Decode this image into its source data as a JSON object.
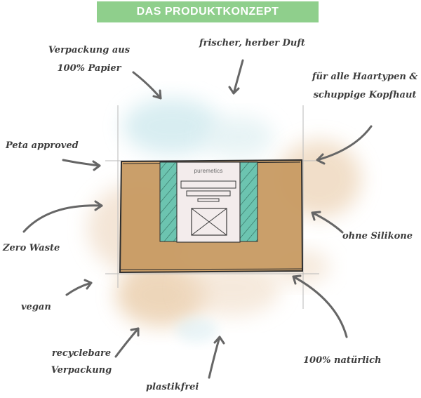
{
  "banner": {
    "title": "DAS PRODUKTKONZEPT"
  },
  "product": {
    "brand": "puremetics"
  },
  "labels": {
    "verpackung_papier": [
      "Verpackung aus",
      "100% Papier"
    ],
    "duft": "frischer, herber Duft",
    "haartypen": [
      "für alle Haartypen &",
      "schuppige Kopfhaut"
    ],
    "peta": "Peta approved",
    "silikone": "ohne Silikone",
    "zero_waste": "Zero Waste",
    "vegan": "vegan",
    "natuerlich": "100% natürlich",
    "recyclebar": [
      "recyclebare",
      "Verpackung"
    ],
    "plastikfrei": "plastikfrei"
  },
  "colors": {
    "banner": "#8fcf8c",
    "kraft_paper": "#c79a62",
    "teal": "#6cc4b0",
    "label_paper": "#f3ecec",
    "ink": "#3d3d3d",
    "watercolor_blue": "#cfe9ee",
    "watercolor_beige": "#efd9c0"
  },
  "icons": [
    "arrow-icon",
    "placeholder-image-icon"
  ]
}
